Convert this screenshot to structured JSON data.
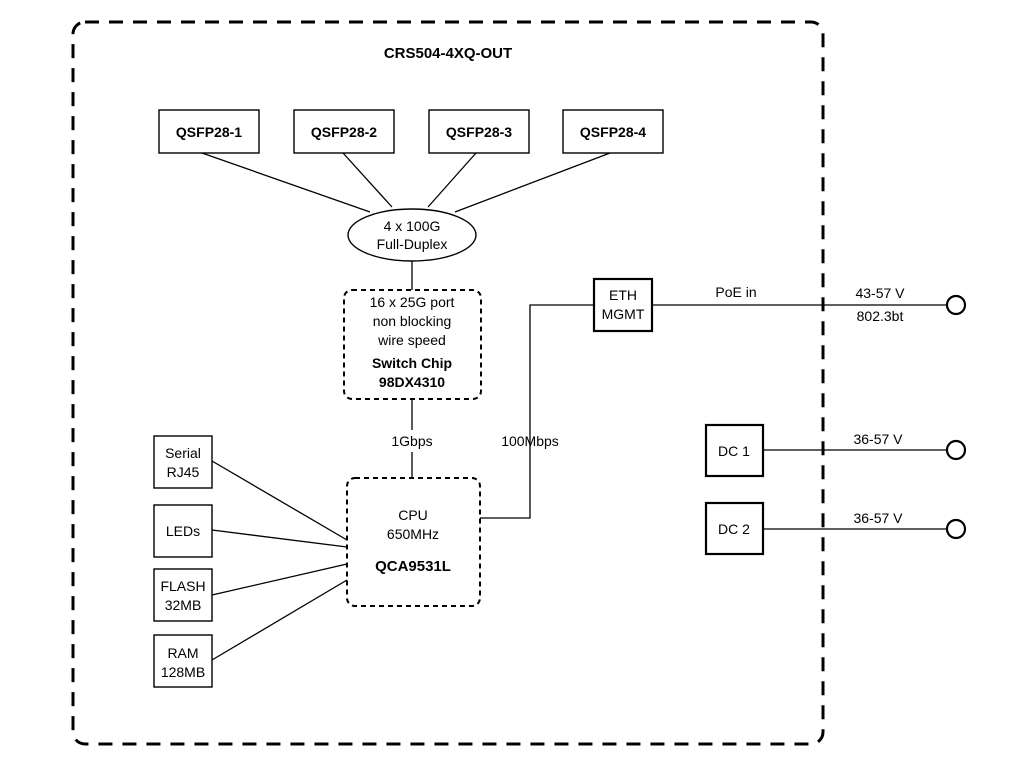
{
  "title": "CRS504-4XQ-OUT",
  "ports": [
    "QSFP28-1",
    "QSFP28-2",
    "QSFP28-3",
    "QSFP28-4"
  ],
  "port_group": {
    "line1": "4 x 100G",
    "line2": "Full-Duplex"
  },
  "switch_chip": {
    "line1": "16 x 25G port",
    "line2": "non blocking",
    "line3": "wire speed",
    "name": "Switch Chip",
    "model": "98DX4310"
  },
  "cpu": {
    "line1": "CPU",
    "line2": "650MHz",
    "model": "QCA9531L"
  },
  "links": {
    "chip_cpu": "1Gbps",
    "cpu_eth": "100Mbps",
    "poe": "PoE in"
  },
  "eth": {
    "line1": "ETH",
    "line2": "MGMT"
  },
  "peripherals": {
    "serial": {
      "line1": "Serial",
      "line2": "RJ45"
    },
    "leds": "LEDs",
    "flash": {
      "line1": "FLASH",
      "line2": "32MB"
    },
    "ram": {
      "line1": "RAM",
      "line2": "128MB"
    }
  },
  "power": {
    "eth_voltage": "43-57 V",
    "eth_standard": "802.3bt",
    "dc1": {
      "label": "DC 1",
      "voltage": "36-57 V"
    },
    "dc2": {
      "label": "DC 2",
      "voltage": "36-57 V"
    }
  }
}
